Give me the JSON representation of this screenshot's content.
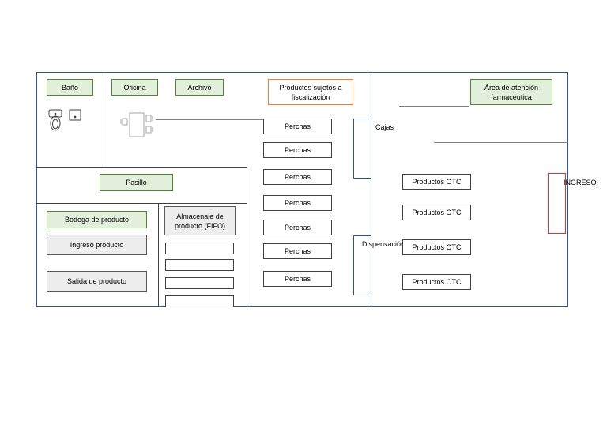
{
  "rooms": {
    "bano": "Baño",
    "oficina": "Oficina",
    "archivo": "Archivo",
    "productos_fiscalizacion": "Productos sujetos a fiscalización",
    "area_atencion": "Área de atención farmacéutica",
    "pasillo": "Pasillo",
    "bodega": "Bodega de producto",
    "almacenaje": "Almacenaje de producto (FIFO)",
    "ingreso_producto": "Ingreso producto",
    "salida_producto": "Salida de producto"
  },
  "perchas": [
    "Perchas",
    "Perchas",
    "Perchas",
    "Perchas",
    "Perchas",
    "Perchas",
    "Perchas"
  ],
  "otc": [
    "Productos OTC",
    "Productos OTC",
    "Productos OTC",
    "Productos OTC"
  ],
  "labels": {
    "cajas": "Cajas",
    "dispensacion": "Dispensación",
    "ingreso": "INGRESO"
  },
  "colors": {
    "outline_blue": "#2f5597",
    "green_fill": "#e2efda",
    "green_border": "#548235",
    "orange_border": "#ed7d31",
    "red_border": "#e03030"
  }
}
